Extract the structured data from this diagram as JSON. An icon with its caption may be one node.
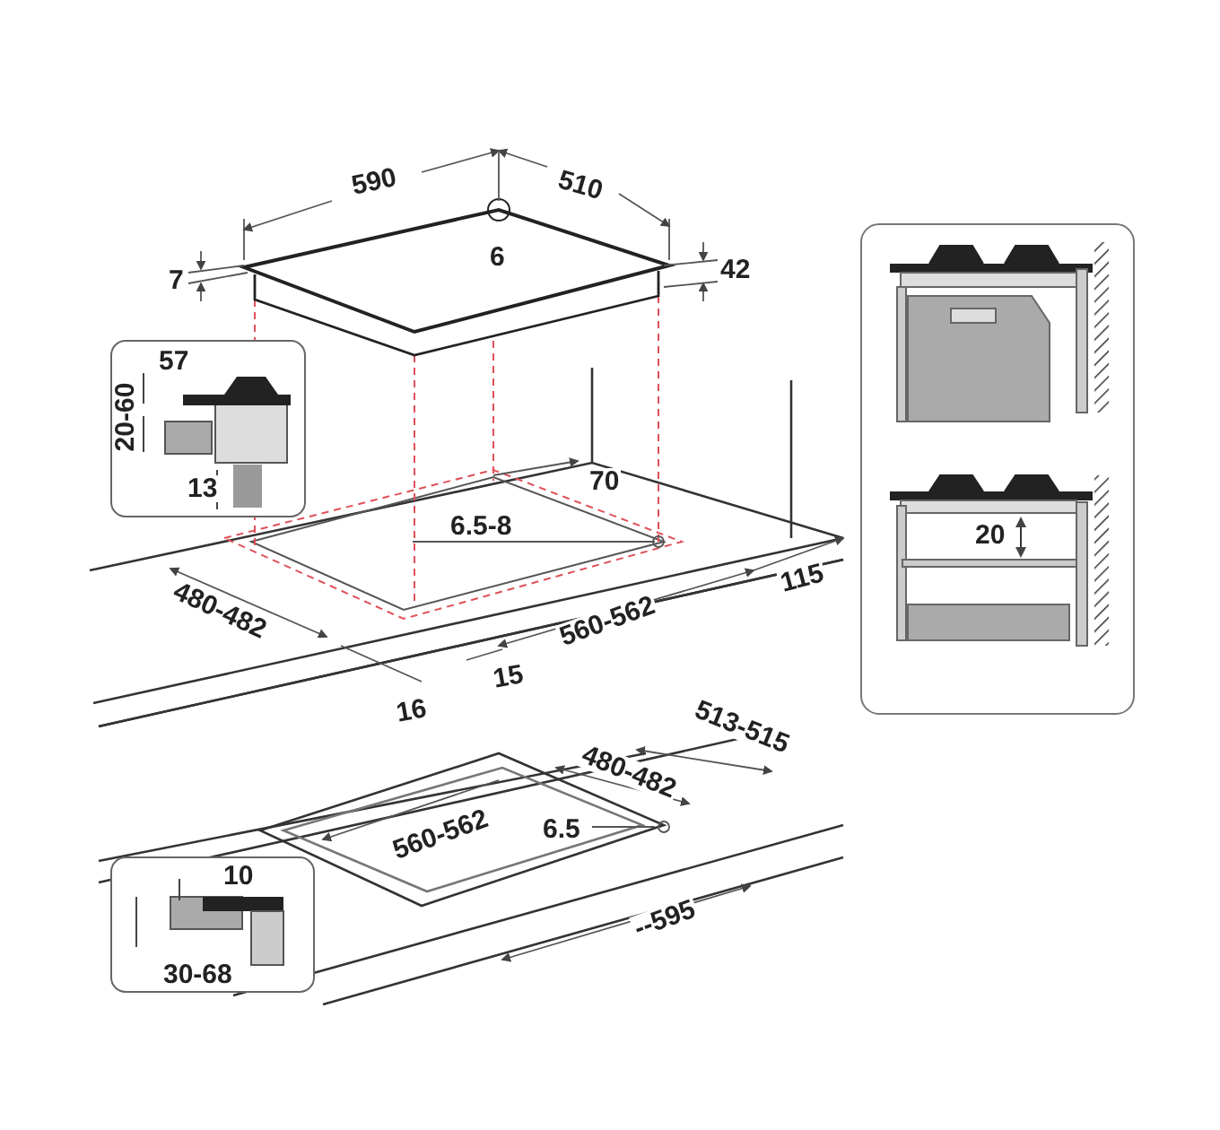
{
  "diagram": {
    "labels": [
      "590",
      "510",
      "6",
      "7",
      "42",
      "57",
      "20-60",
      "13",
      "70",
      "6.5-8",
      "480-482",
      "115",
      "560-562",
      "15",
      "16",
      "20",
      "513-515",
      "480-482",
      "560-562",
      "6.5",
      "10",
      "--595",
      "30-68"
    ]
  }
}
